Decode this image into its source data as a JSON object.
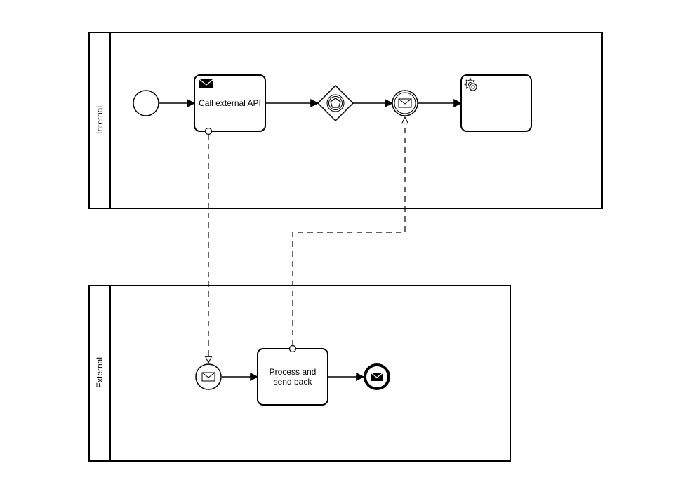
{
  "pools": [
    {
      "id": "internal",
      "label": "Internal"
    },
    {
      "id": "external",
      "label": "External"
    }
  ],
  "tasks": {
    "call_api": {
      "label": "Call external API",
      "type": "send-task"
    },
    "service_task": {
      "label": "",
      "type": "service-task"
    },
    "process_send_back": {
      "label": "Process and send back",
      "type": "task"
    }
  },
  "events": {
    "start": {
      "type": "start-event"
    },
    "gateway": {
      "type": "event-based-gateway"
    },
    "intermediate_catch": {
      "type": "intermediate-message-catch-event"
    },
    "external_start": {
      "type": "message-start-event"
    },
    "external_end": {
      "type": "message-end-event"
    }
  },
  "colors": {
    "stroke": "#000000",
    "fill": "#ffffff"
  }
}
